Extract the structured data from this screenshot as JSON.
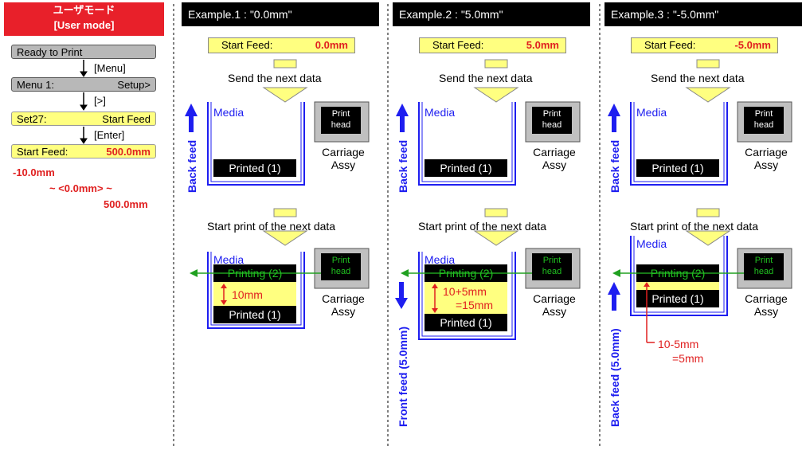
{
  "left_panel": {
    "title_jp": "ユーザモード",
    "title_en": "[User mode]",
    "menu": [
      {
        "left": "Ready to Print",
        "right": ""
      },
      {
        "left": "Menu 1:",
        "right": "Setup>"
      },
      {
        "left": "Set27:",
        "right": "Start Feed"
      },
      {
        "left": "Start Feed:",
        "right": "500.0mm"
      }
    ],
    "keys": [
      "[Menu]",
      "[>]",
      "[Enter]"
    ],
    "range": [
      "-10.0mm",
      "~ <0.0mm> ~",
      "500.0mm"
    ]
  },
  "examples": [
    {
      "header": "Example.1 : \"0.0mm\"",
      "sf_label": "Start Feed:",
      "sf_value": "0.0mm",
      "side_label_top": "Back feed",
      "side_label_bottom": "",
      "gap_text": [
        "10mm"
      ]
    },
    {
      "header": "Example.2 : \"5.0mm\"",
      "sf_label": "Start Feed:",
      "sf_value": "5.0mm",
      "side_label_top": "Back feed",
      "side_label_bottom": "Front feed (5.0mm)",
      "gap_text": [
        "10+5mm",
        "=15mm"
      ]
    },
    {
      "header": "Example.3 : \"-5.0mm\"",
      "sf_label": "Start Feed:",
      "sf_value": "-5.0mm",
      "side_label_top": "Back feed",
      "side_label_bottom": "Back feed (5.0mm)",
      "gap_text": [
        "10-5mm",
        "=5mm"
      ]
    }
  ],
  "common": {
    "send_next": "Send the next data",
    "start_print": "Start print of the next data",
    "media": "Media",
    "printed": "Printed (1)",
    "printing": "Printing (2)",
    "print_head_1": "Print",
    "print_head_2": "head",
    "carriage_1": "Carriage",
    "carriage_2": "Assy"
  },
  "colors": {
    "red": "#e8202a",
    "yellow": "#ffff80",
    "blue": "#1e1ef0",
    "green": "#20a020"
  }
}
